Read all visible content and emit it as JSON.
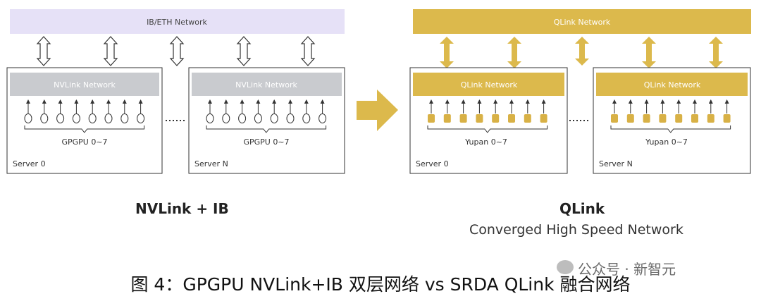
{
  "left": {
    "top_network": "IB/ETH Network",
    "servers": [
      {
        "inner_network": "NVLink Network",
        "devices_label": "GPGPU 0~7",
        "server_label": "Server 0"
      },
      {
        "inner_network": "NVLink Network",
        "devices_label": "GPGPU 0~7",
        "server_label": "Server N"
      }
    ],
    "title": "NVLink + IB",
    "colors": {
      "top": "#e6e1f7",
      "inner": "#c9cbcf"
    }
  },
  "right": {
    "top_network": "QLink Network",
    "servers": [
      {
        "inner_network": "QLink Network",
        "devices_label": "Yupan 0~7",
        "server_label": "Server 0"
      },
      {
        "inner_network": "QLink Network",
        "devices_label": "Yupan 0~7",
        "server_label": "Server N"
      }
    ],
    "title": "QLink",
    "subtitle": "Converged High Speed Network",
    "colors": {
      "gold": "#dcb94c",
      "device": "#d8b146"
    }
  },
  "caption": "图 4：GPGPU NVLink+IB 双层网络 vs SRDA QLink 融合网络",
  "watermark": "公众号 · 新智元"
}
